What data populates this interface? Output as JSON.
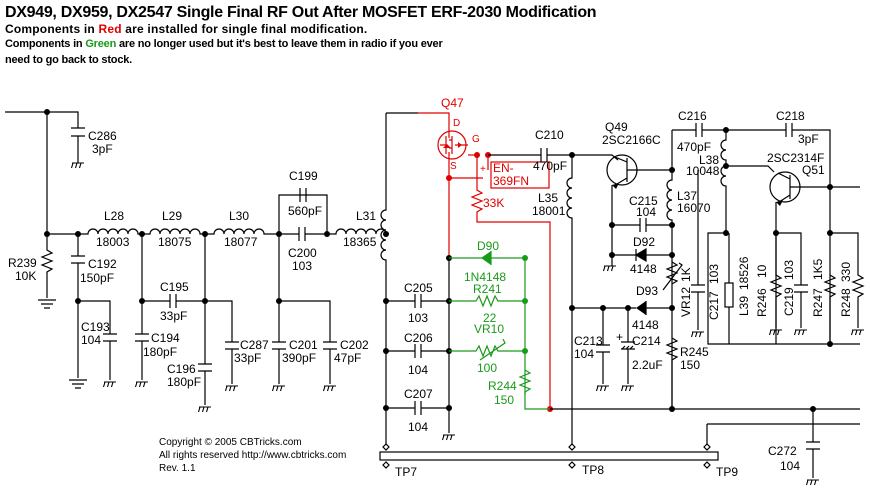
{
  "header": {
    "title": "DX949, DX959, DX2547 Single Final RF Out After MOSFET ERF-2030 Modification",
    "line1_pre": "Components in ",
    "line1_color_word": "Red",
    "line1_post": " are installed  for single final modification.",
    "line2_pre": "Components in ",
    "line2_color_word": "Green",
    "line2_post": " are no longer used but it's best to leave them in radio if you ever",
    "line3": "need to go back to stock."
  },
  "colors": {
    "installed": "#e00000",
    "unused": "#1a9a1a",
    "wire": "#000000"
  },
  "components": {
    "c286": {
      "ref": "C286",
      "value": "3pF"
    },
    "r239": {
      "ref": "R239",
      "value": "10K"
    },
    "c192": {
      "ref": "C192",
      "value": "150pF"
    },
    "c193": {
      "ref": "C193",
      "value": "104"
    },
    "l28": {
      "ref": "L28",
      "value": "18003"
    },
    "l29": {
      "ref": "L29",
      "value": "18075"
    },
    "l30": {
      "ref": "L30",
      "value": "18077"
    },
    "l31": {
      "ref": "L31",
      "value": "18365"
    },
    "c194": {
      "ref": "C194",
      "value": "180pF"
    },
    "c195": {
      "ref": "C195",
      "value": "33pF"
    },
    "c196": {
      "ref": "C196",
      "value": "180pF"
    },
    "c287": {
      "ref": "C287",
      "value": "33pF"
    },
    "c199": {
      "ref": "C199",
      "value": "560pF"
    },
    "c200": {
      "ref": "C200",
      "value": "103"
    },
    "c201": {
      "ref": "C201",
      "value": "390pF"
    },
    "c202": {
      "ref": "C202",
      "value": "47pF"
    },
    "q47": {
      "ref": "Q47",
      "d": "D",
      "g": "G",
      "s": "S"
    },
    "en369": {
      "line1": "EN-",
      "line2": "369FN",
      "plus": "+"
    },
    "r33k": {
      "value": "33K"
    },
    "c205": {
      "ref": "C205",
      "value": "103"
    },
    "c206": {
      "ref": "C206",
      "value": "104"
    },
    "c207": {
      "ref": "C207",
      "value": "104"
    },
    "d90": {
      "ref": "D90",
      "value": "1N4148"
    },
    "r241": {
      "ref": "R241",
      "value": "22"
    },
    "vr10": {
      "ref": "VR10",
      "value": "100"
    },
    "r244": {
      "ref": "R244",
      "value": "150"
    },
    "c210": {
      "ref": "C210",
      "value": "470pF"
    },
    "l35": {
      "ref": "L35",
      "value": "18001"
    },
    "q49": {
      "ref": "Q49",
      "value": "2SC2166C"
    },
    "c215": {
      "ref": "C215",
      "value": "104"
    },
    "l37": {
      "ref": "L37",
      "value": "16070"
    },
    "d92": {
      "ref": "D92",
      "value": "4148"
    },
    "d93": {
      "ref": "D93",
      "value": "4148"
    },
    "vr12": {
      "ref": "VR12",
      "value": "1K"
    },
    "c213": {
      "ref": "C213",
      "value": "104"
    },
    "c214": {
      "ref": "C214",
      "value": "2.2uF",
      "plus": "+"
    },
    "r245": {
      "ref": "R245",
      "value": "150"
    },
    "c216": {
      "ref": "C216",
      "value": "470pF"
    },
    "l38": {
      "ref": "L38",
      "value": "10048"
    },
    "c218": {
      "ref": "C218",
      "value": "3pF"
    },
    "q51": {
      "ref": "Q51",
      "value": "2SC2314F"
    },
    "c217": {
      "ref": "C217",
      "value": "103"
    },
    "l39": {
      "ref": "L39",
      "value": "18526"
    },
    "r246": {
      "ref": "R246",
      "value": "10"
    },
    "c219": {
      "ref": "C219",
      "value": "103"
    },
    "r247": {
      "ref": "R247",
      "value": "1K5"
    },
    "r248": {
      "ref": "R248",
      "value": "330"
    },
    "c272": {
      "ref": "C272",
      "value": "104"
    }
  },
  "testpoints": [
    "TP7",
    "TP8",
    "TP9"
  ],
  "footer": {
    "copyright": "Copyright © 2005 CBTricks.com",
    "rights": "All rights reserved http://www.cbtricks.com",
    "rev": "Rev. 1.1"
  }
}
